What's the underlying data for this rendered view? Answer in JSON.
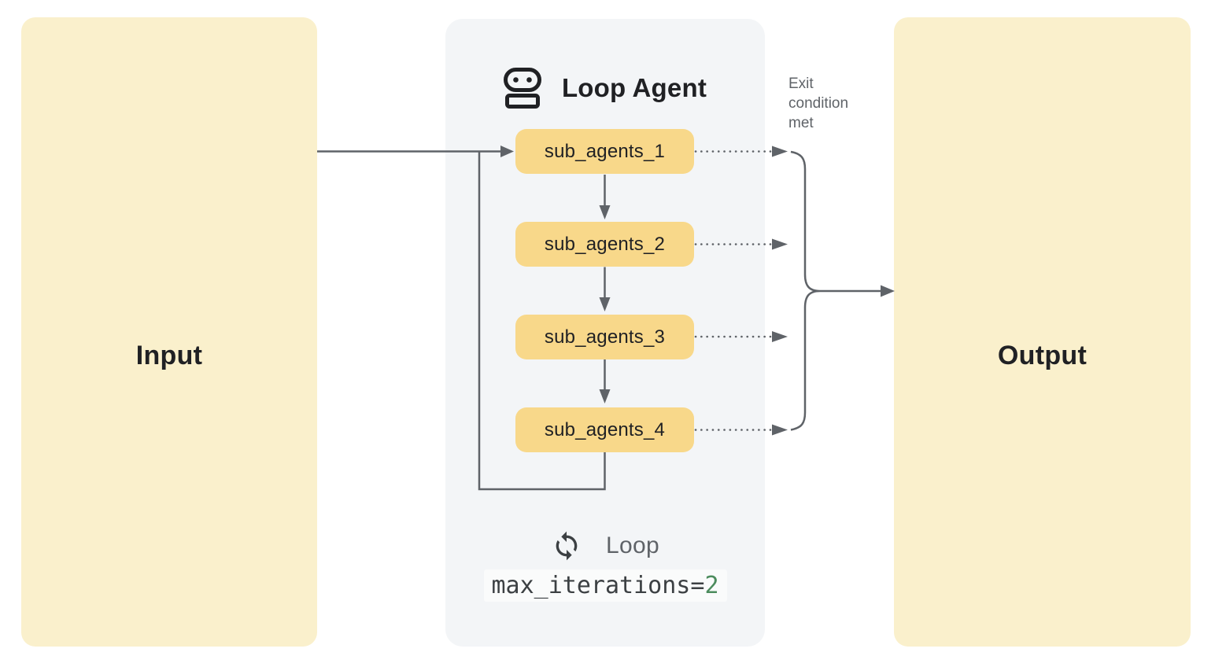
{
  "input_panel": {
    "label": "Input"
  },
  "output_panel": {
    "label": "Output"
  },
  "loop_agent_panel": {
    "title": "Loop Agent",
    "sub_agents": [
      {
        "label": "sub_agents_1"
      },
      {
        "label": "sub_agents_2"
      },
      {
        "label": "sub_agents_3"
      },
      {
        "label": "sub_agents_4"
      }
    ],
    "loop_label": "Loop",
    "code": {
      "text": "max_iterations=",
      "value": "2"
    }
  },
  "annotations": {
    "exit_condition": "Exit condition met"
  },
  "icons": {
    "robot": "robot-icon",
    "loop": "sync-loop-icon"
  },
  "colors": {
    "panel_bg": "#F3F5F7",
    "io_box_bg": "#FAF0CC",
    "sub_agent_bg": "#F8D88A",
    "line": "#5F6368",
    "text_dark": "#202124",
    "text_gray": "#5F6368",
    "code_text": "#3C4043",
    "code_bg": "#FAFBFB",
    "code_value_green": "#4C8C5D"
  }
}
